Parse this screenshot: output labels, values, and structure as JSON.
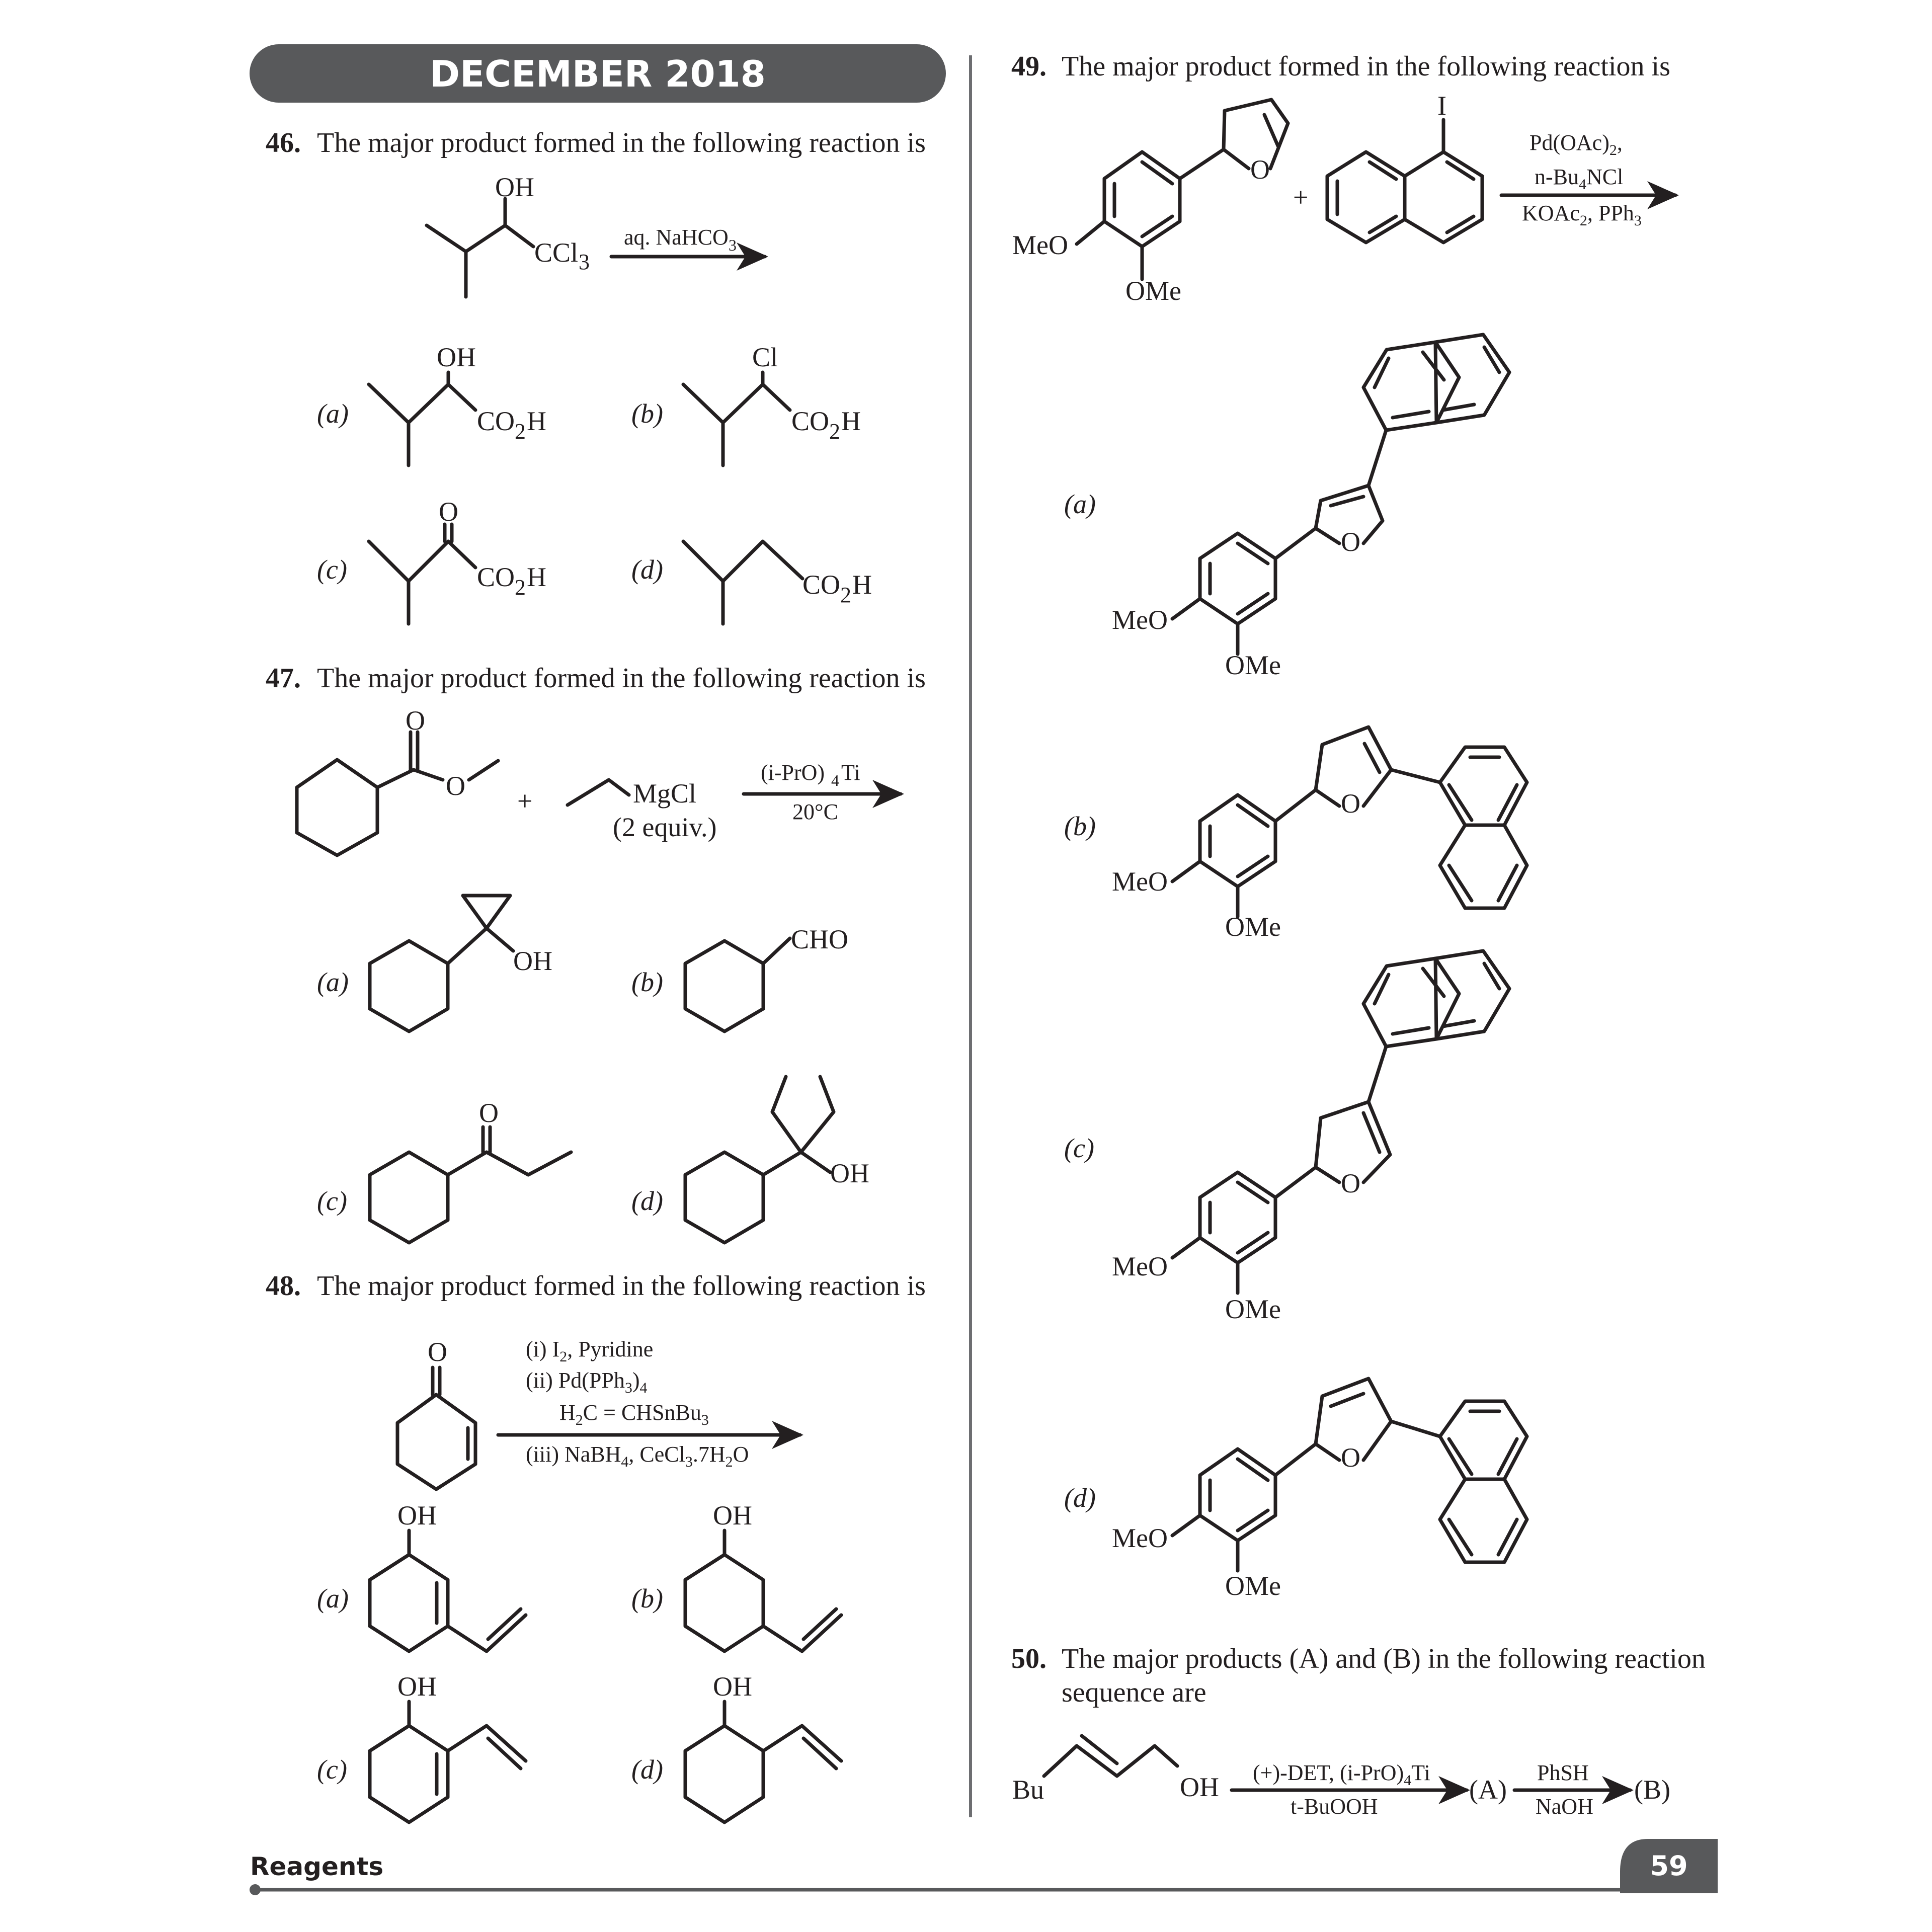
{
  "header": {
    "title": "DECEMBER 2018",
    "color": "#58595b"
  },
  "footer": {
    "section": "Reagents",
    "page_number": "59",
    "color": "#58595b"
  },
  "questions": [
    {
      "number": "46.",
      "text": "The major product formed in the following reaction is",
      "reactant": {
        "substituents": [
          "OH",
          "CCl",
          "3"
        ]
      },
      "reagent_above": [
        "aq. NaHCO",
        "3"
      ],
      "options": [
        {
          "label": "(a)",
          "groups": [
            "OH",
            "CO",
            "2",
            "H"
          ]
        },
        {
          "label": "(b)",
          "groups": [
            "Cl",
            "CO",
            "2",
            "H"
          ]
        },
        {
          "label": "(c)",
          "groups": [
            "O",
            "CO",
            "2",
            "H"
          ]
        },
        {
          "label": "(d)",
          "groups": [
            "CO",
            "2",
            "H"
          ]
        }
      ]
    },
    {
      "number": "47.",
      "text": "The major product formed in the following reaction is",
      "reactant1": {
        "atoms": [
          "O",
          "O"
        ]
      },
      "plus": "+",
      "reactant2": {
        "group": "MgCl",
        "equiv": "(2 equiv.)"
      },
      "reagent_above": [
        "(i-PrO)",
        "4",
        "Ti"
      ],
      "reagent_below": "20°C",
      "options": [
        {
          "label": "(a)",
          "group": "OH"
        },
        {
          "label": "(b)",
          "group": "CHO"
        },
        {
          "label": "(c)",
          "group": "O"
        },
        {
          "label": "(d)",
          "group": "OH"
        }
      ]
    },
    {
      "number": "48.",
      "text": "The major product formed in the following reaction is",
      "reactant": {
        "atom": "O"
      },
      "conditions": [
        [
          "(i)  I",
          "2",
          ", Pyridine"
        ],
        [
          "(ii) Pd(PPh",
          "3",
          ")",
          "4"
        ],
        [
          "H",
          "2",
          "C = CHSnBu",
          "3"
        ],
        [
          "(iii) NaBH",
          "4",
          ", CeCl",
          "3",
          ".7H",
          "2",
          "O"
        ]
      ],
      "options": [
        {
          "label": "(a)",
          "group": "OH"
        },
        {
          "label": "(b)",
          "group": "OH"
        },
        {
          "label": "(c)",
          "group": "OH"
        },
        {
          "label": "(d)",
          "group": "OH"
        }
      ]
    },
    {
      "number": "49.",
      "text": "The major product formed in the following reaction is",
      "reactant1": {
        "groups": [
          "O",
          "MeO",
          "OMe"
        ]
      },
      "plus": "+",
      "reactant2": {
        "group": "I"
      },
      "reagent_above": [
        [
          "Pd(OAc)",
          "2",
          ","
        ],
        [
          "n-Bu",
          "4",
          "NCl"
        ]
      ],
      "reagent_below": [
        "KOAc",
        "2",
        ", PPh",
        "3"
      ],
      "options": [
        {
          "label": "(a)",
          "groups": [
            "O",
            "MeO",
            "OMe"
          ]
        },
        {
          "label": "(b)",
          "groups": [
            "O",
            "MeO",
            "OMe"
          ]
        },
        {
          "label": "(c)",
          "groups": [
            "O",
            "MeO",
            "OMe"
          ]
        },
        {
          "label": "(d)",
          "groups": [
            "O",
            "MeO",
            "OMe"
          ]
        }
      ]
    },
    {
      "number": "50.",
      "text_line1": "The major products (A) and (B) in the following reaction",
      "text_line2": "sequence are",
      "reactant": {
        "left": "Bu",
        "right": "OH"
      },
      "step1_above": [
        "(+)-DET, (i-PrO)",
        "4",
        "Ti"
      ],
      "step1_below": "t-BuOOH",
      "intermediate": "(A)",
      "step2_above": "PhSH",
      "step2_below": "NaOH",
      "product": "(B)"
    }
  ]
}
